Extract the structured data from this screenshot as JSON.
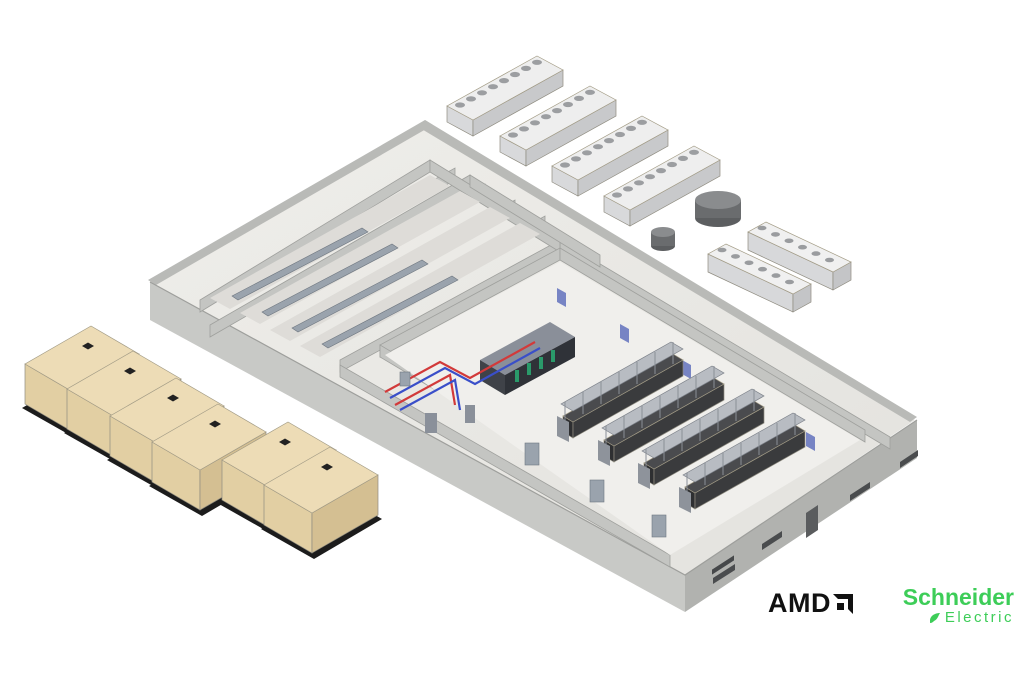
{
  "diagram": {
    "components": [
      {
        "id": "generators",
        "count": 6
      },
      {
        "id": "dry-coolers",
        "count": 4
      },
      {
        "id": "chillers",
        "count": 2
      },
      {
        "id": "storage-tanks",
        "count": 2
      },
      {
        "id": "rack-rows",
        "count": 4
      }
    ]
  },
  "logos": {
    "amd": {
      "text": "AMD",
      "color": "#111111"
    },
    "schneider": {
      "line1": "Schneider",
      "line2": "Electric",
      "color": "#3dcd58"
    }
  },
  "colors": {
    "wall": "#c9cac8",
    "wall_dark": "#a9aaa8",
    "floor": "#ecebe7",
    "generator": "#e6d5ad",
    "door": "#7784c4",
    "pipe_red": "#d23a3a",
    "pipe_blue": "#3a4fc9",
    "rack": "#3a3b3d"
  }
}
